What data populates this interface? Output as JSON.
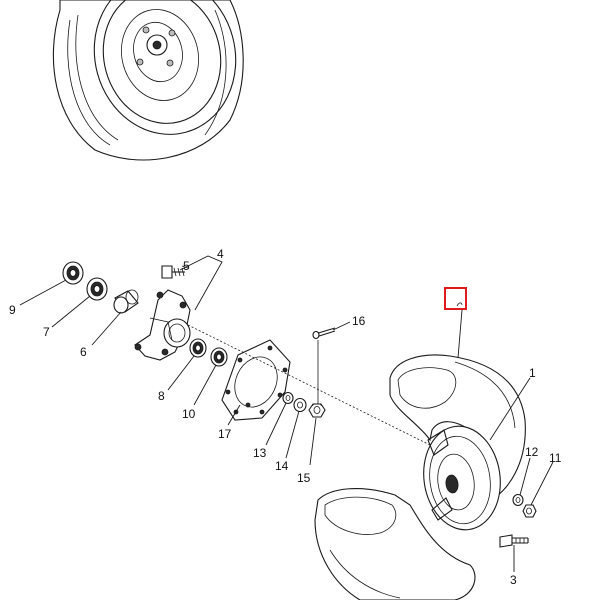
{
  "callouts": [
    {
      "id": "p1",
      "label": "1"
    },
    {
      "id": "p3",
      "label": "3"
    },
    {
      "id": "p4",
      "label": "4"
    },
    {
      "id": "p5",
      "label": "5"
    },
    {
      "id": "p6",
      "label": "6"
    },
    {
      "id": "p7",
      "label": "7"
    },
    {
      "id": "p8",
      "label": "8"
    },
    {
      "id": "p9",
      "label": "9"
    },
    {
      "id": "p10",
      "label": "10"
    },
    {
      "id": "p11",
      "label": "11"
    },
    {
      "id": "p12",
      "label": "12"
    },
    {
      "id": "p13",
      "label": "13"
    },
    {
      "id": "p14",
      "label": "14"
    },
    {
      "id": "p15",
      "label": "15"
    },
    {
      "id": "p16",
      "label": "16"
    },
    {
      "id": "p17",
      "label": "17"
    }
  ],
  "colors": {
    "line": "#1a1a1a",
    "selection_marker": "#e01b1b",
    "background": "#ffffff"
  }
}
